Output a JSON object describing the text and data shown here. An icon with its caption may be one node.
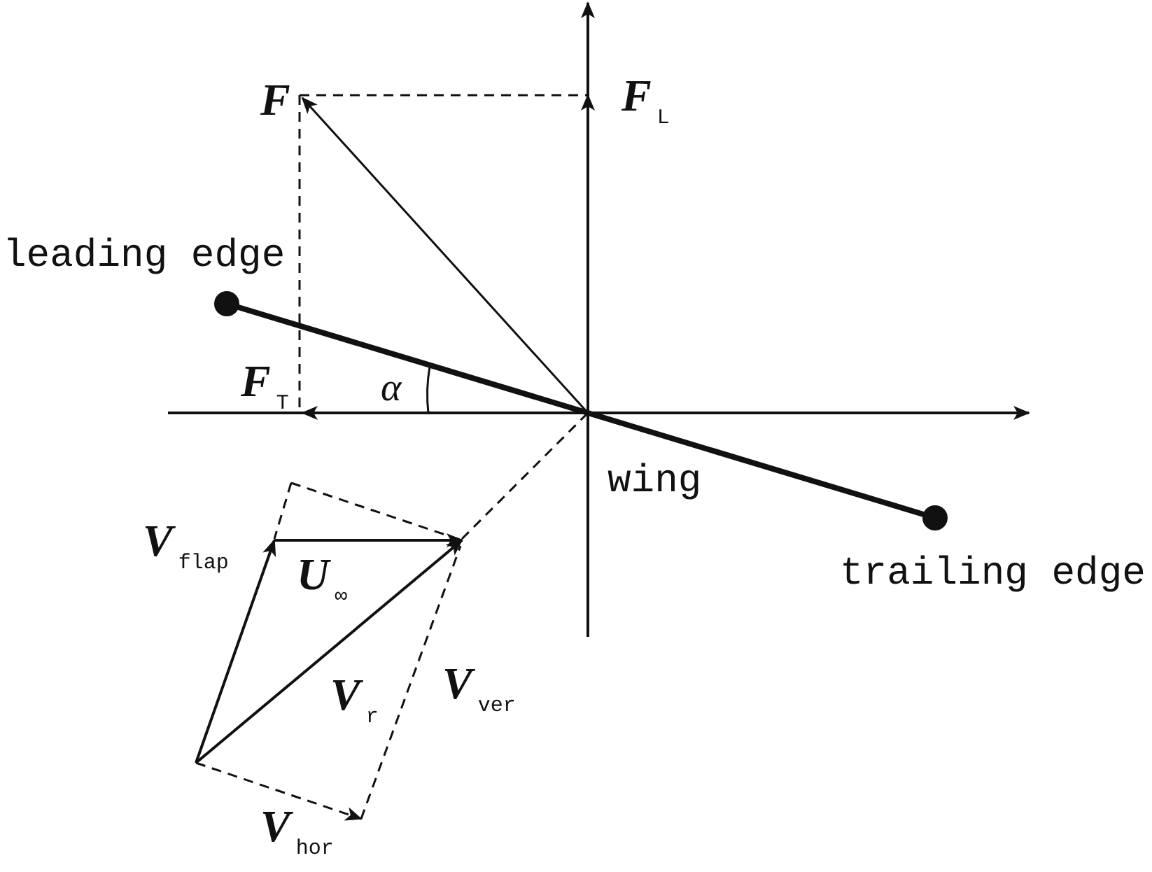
{
  "diagram": {
    "labels": [
      "F",
      "**F**$_{L}$",
      "leading edge",
      "**F**$_{T}$",
      "α",
      "wing",
      "trailing edge",
      "**V**$_{flap}$",
      "**U**$_{∞}$",
      "**V**$_{r}$",
      "**V**$_{ver}$",
      "**V**$_{hor}$"
    ]
  }
}
